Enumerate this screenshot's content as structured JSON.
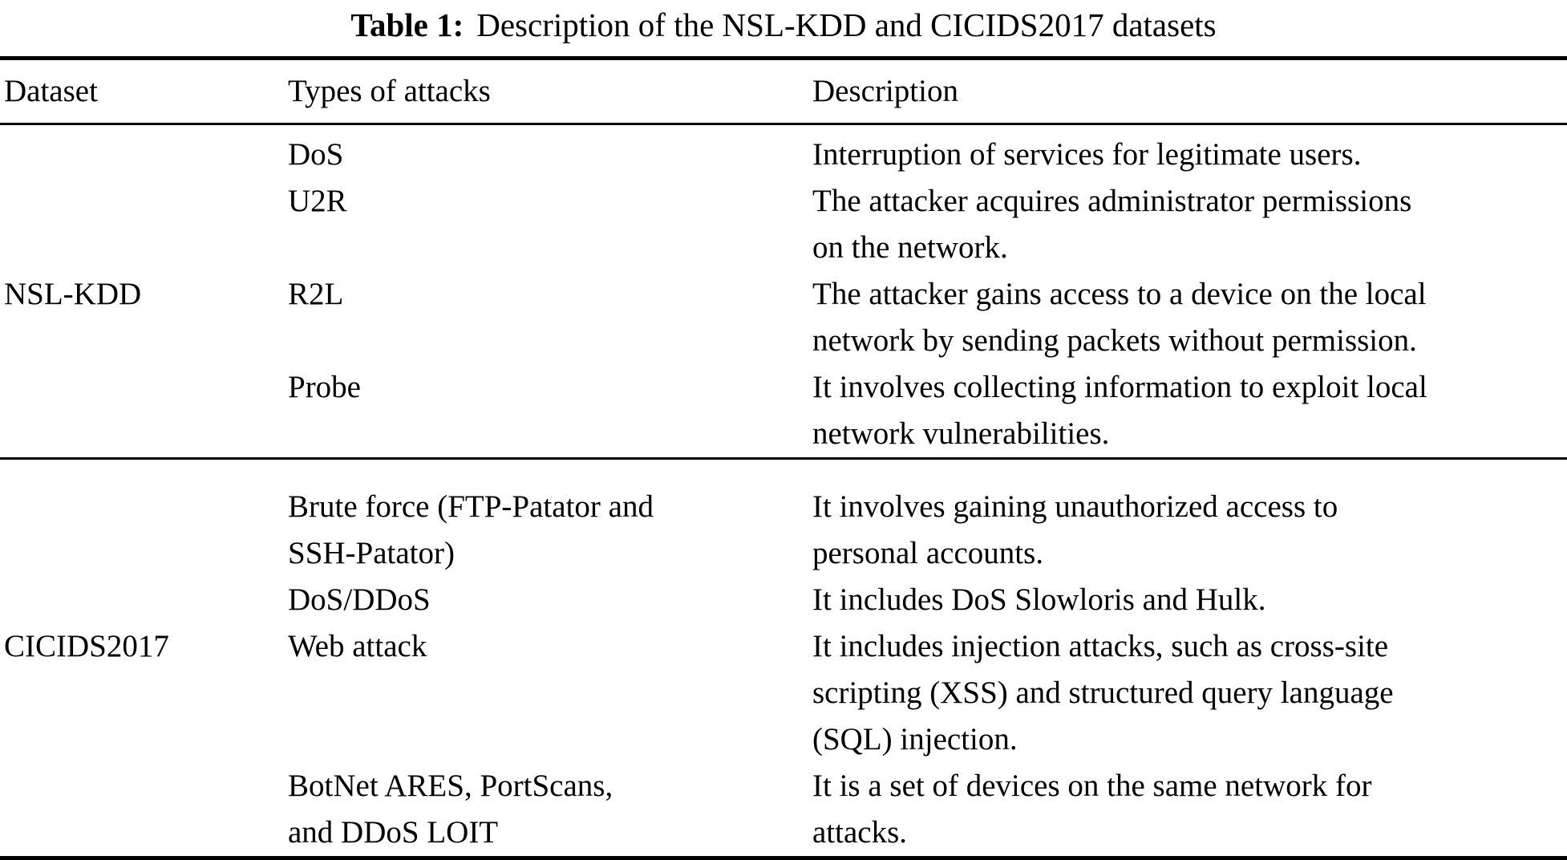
{
  "title": {
    "label": "Table 1:",
    "text": "Description of the NSL-KDD and CICIDS2017 datasets"
  },
  "table": {
    "columns": [
      "Dataset",
      "Types of attacks",
      "Description"
    ],
    "sections": [
      {
        "dataset": "NSL-KDD",
        "rows": [
          {
            "type": "DoS",
            "description": "Interruption of services for legitimate users."
          },
          {
            "type": "U2R",
            "description": "The attacker acquires administrator permissions\non the network."
          },
          {
            "type": "R2L",
            "description": "The attacker gains access to a device on the local\nnetwork by sending packets without permission."
          },
          {
            "type": "Probe",
            "description": "It involves collecting information to exploit local\nnetwork vulnerabilities."
          }
        ]
      },
      {
        "dataset": "CICIDS2017",
        "rows": [
          {
            "type": "Brute force (FTP-Patator and\nSSH-Patator)",
            "description": "It involves gaining unauthorized access to\npersonal accounts."
          },
          {
            "type": "DoS/DDoS",
            "description": "It includes DoS Slowloris and Hulk."
          },
          {
            "type": "Web attack",
            "description": "It includes injection attacks, such as cross-site\nscripting (XSS) and structured query language\n(SQL) injection."
          },
          {
            "type": "BotNet ARES, PortScans,\nand DDoS LOIT",
            "description": "It is a set of devices on the same network for\nattacks."
          }
        ]
      }
    ]
  },
  "colors": {
    "text": "#000000",
    "background": "#ffffff",
    "rule": "#000000"
  }
}
